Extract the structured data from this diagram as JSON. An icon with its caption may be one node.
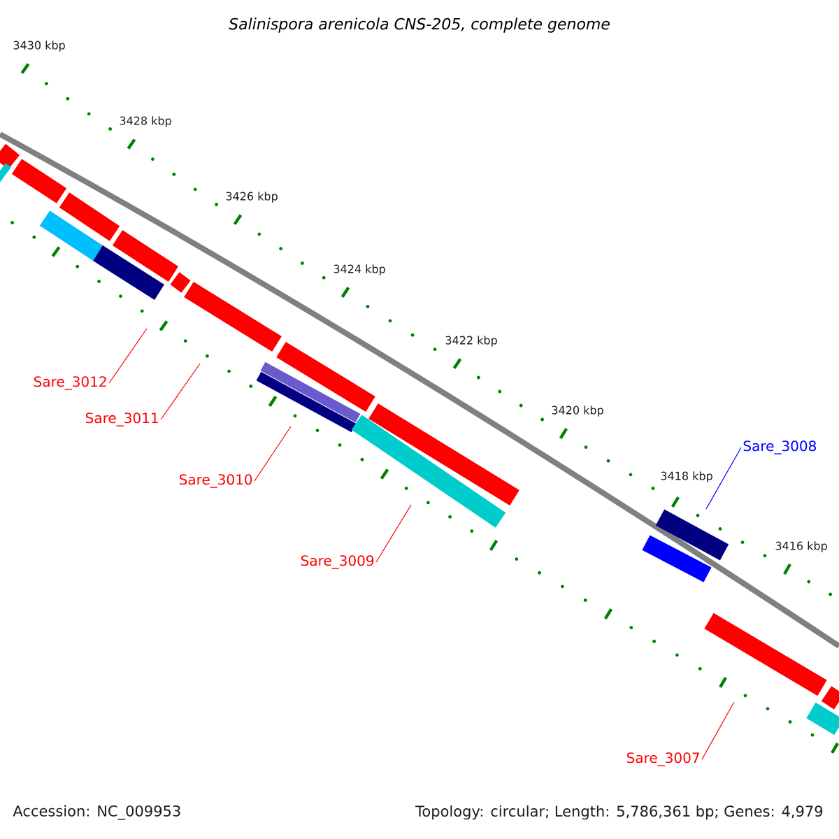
{
  "diagram": {
    "title": "Salinispora arenicola CNS-205, complete genome",
    "nodes": [
      {
        "text": [
          "Sare_3012"
        ]
      },
      {
        "text": [
          "Sare_3011"
        ]
      },
      {
        "text": [
          "Sare_3010"
        ]
      },
      {
        "text": [
          "Sare_3009"
        ]
      },
      {
        "text": [
          "Sare_3008"
        ]
      },
      {
        "text": [
          "Sare_3007"
        ]
      }
    ],
    "edges": [
      {
        "from": 0,
        "to": null,
        "arrow": "none"
      },
      {
        "from": 1,
        "to": null,
        "arrow": "none"
      },
      {
        "from": 2,
        "to": null,
        "arrow": "none"
      },
      {
        "from": 3,
        "to": null,
        "arrow": "none"
      },
      {
        "from": 4,
        "to": null,
        "arrow": "none",
        "color": "#0000ff"
      },
      {
        "from": 5,
        "to": null,
        "arrow": "none"
      }
    ],
    "labels": [
      "3430 kbp",
      "3428 kbp",
      "3426 kbp",
      "3424 kbp",
      "3422 kbp",
      "3420 kbp",
      "3418 kbp",
      "3416 kbp",
      "Accession: NC_009953",
      "Topology: circular; Length: 5,786,361 bp; Genes: 4,979"
    ]
  }
}
